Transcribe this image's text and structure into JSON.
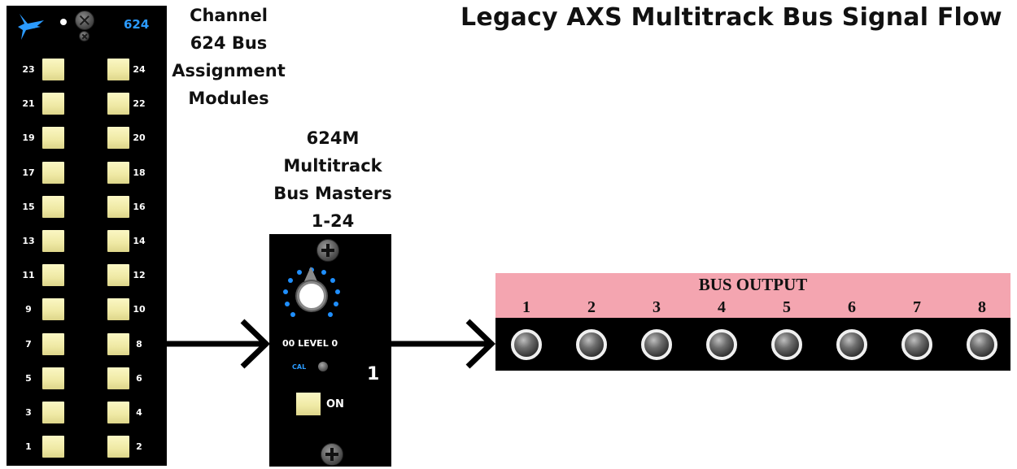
{
  "title": "Legacy AXS Multitrack Bus Signal Flow",
  "channel_label": [
    "Channel",
    "624 Bus",
    "Assignment",
    "Modules"
  ],
  "master_label": [
    "624M",
    "Multitrack",
    "Bus Masters",
    "1-24"
  ],
  "channel_module": {
    "number": "624",
    "logo_icon": "bird-logo-icon",
    "left_buses": [
      "23",
      "21",
      "19",
      "17",
      "15",
      "13",
      "11",
      "9",
      "7",
      "5",
      "3",
      "1"
    ],
    "right_buses": [
      "24",
      "22",
      "20",
      "18",
      "16",
      "14",
      "12",
      "10",
      "8",
      "6",
      "4",
      "2"
    ]
  },
  "master_module": {
    "level_label": "00 LEVEL 0",
    "cal_label": "CAL",
    "number": "1",
    "on_label": "ON"
  },
  "bus_output": {
    "title": "BUS OUTPUT",
    "outputs": [
      "1",
      "2",
      "3",
      "4",
      "5",
      "6",
      "7",
      "8"
    ]
  },
  "colors": {
    "panel": "#000000",
    "button": "#f2eca9",
    "accent_blue": "#2b9bff",
    "output_header": "#f4a5b0"
  }
}
